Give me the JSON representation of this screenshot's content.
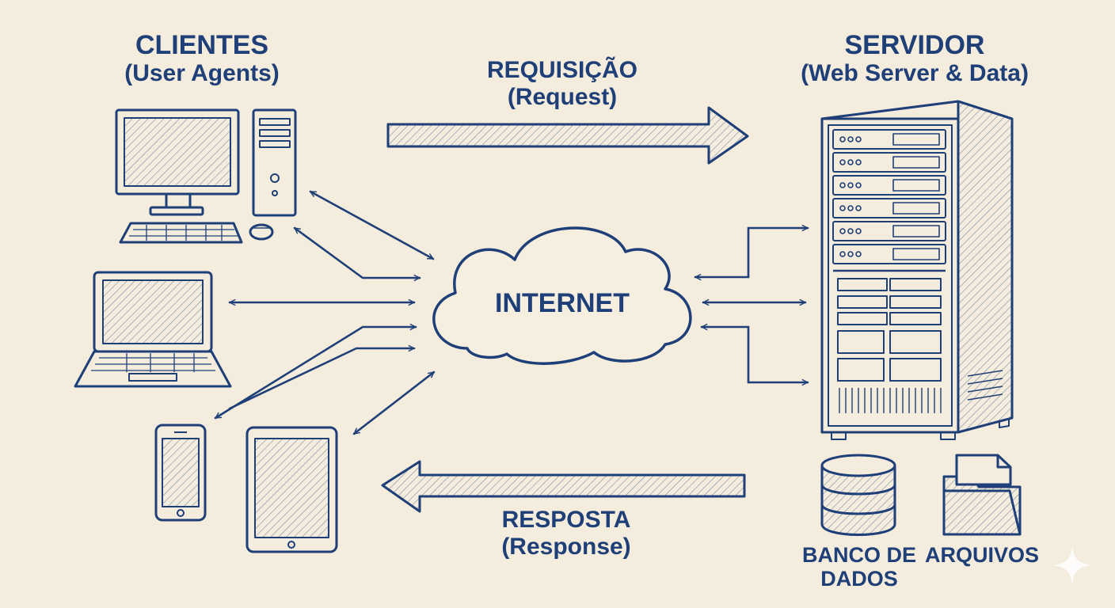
{
  "clients": {
    "title": "CLIENTES",
    "subtitle": "(User Agents)"
  },
  "server": {
    "title": "SERVIDOR",
    "subtitle": "(Web Server & Data)"
  },
  "request": {
    "title": "REQUISIÇÃO",
    "subtitle": "(Request)"
  },
  "response": {
    "title": "RESPOSTA",
    "subtitle": "(Response)"
  },
  "internet": {
    "label": "INTERNET"
  },
  "database": {
    "line1": "BANCO DE",
    "line2": "DADOS"
  },
  "files": {
    "label": "ARQUIVOS"
  },
  "colors": {
    "ink": "#1e3f78",
    "paper": "#f4ecdc"
  }
}
